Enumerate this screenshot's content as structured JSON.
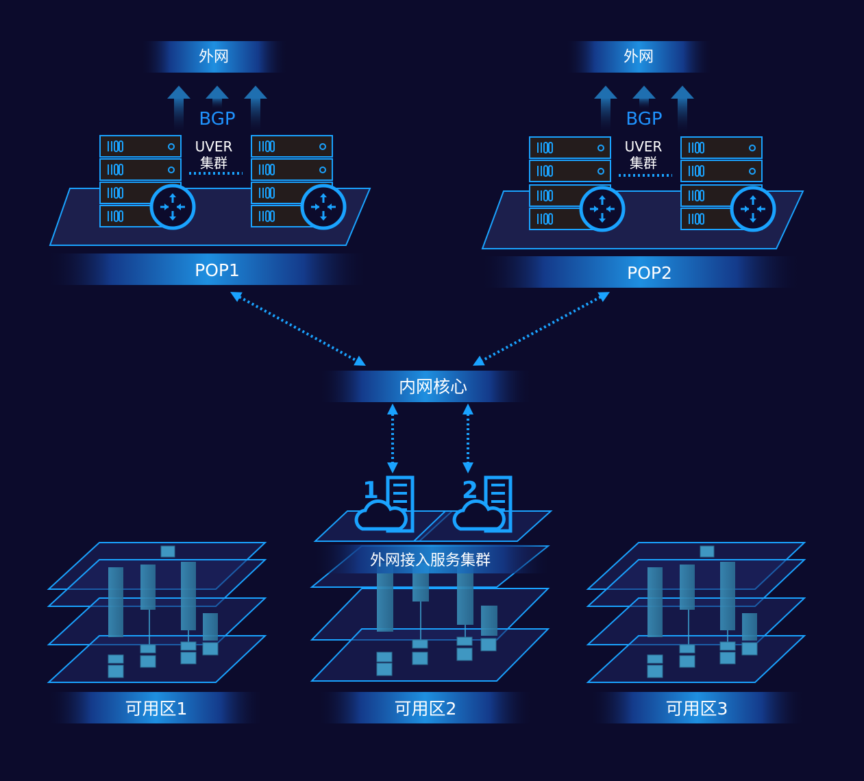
{
  "pops": [
    {
      "name": "POP1",
      "external_label": "外网",
      "protocol": "BGP",
      "cluster_line1": "UVER",
      "cluster_line2": "集群"
    },
    {
      "name": "POP2",
      "external_label": "外网",
      "protocol": "BGP",
      "cluster_line1": "UVER",
      "cluster_line2": "集群"
    }
  ],
  "core": {
    "label": "内网核心"
  },
  "access_cluster": {
    "label": "外网接入服务集群",
    "nodes": [
      "1",
      "2"
    ]
  },
  "zones": [
    {
      "label": "可用区1"
    },
    {
      "label": "可用区2"
    },
    {
      "label": "可用区3"
    }
  ],
  "colors": {
    "background": "#0c0b2c",
    "accent": "#1aa3ff",
    "banner_center": "#1a8fe6",
    "banner_edge": "#0c0b2c",
    "server_fill": "#241c1c",
    "platform_fill": "#1c1f4c"
  },
  "icons": [
    "router-icon",
    "server-rack-icon",
    "cloud-server-icon",
    "up-arrow-icon",
    "bidirectional-dotted-arrow"
  ]
}
